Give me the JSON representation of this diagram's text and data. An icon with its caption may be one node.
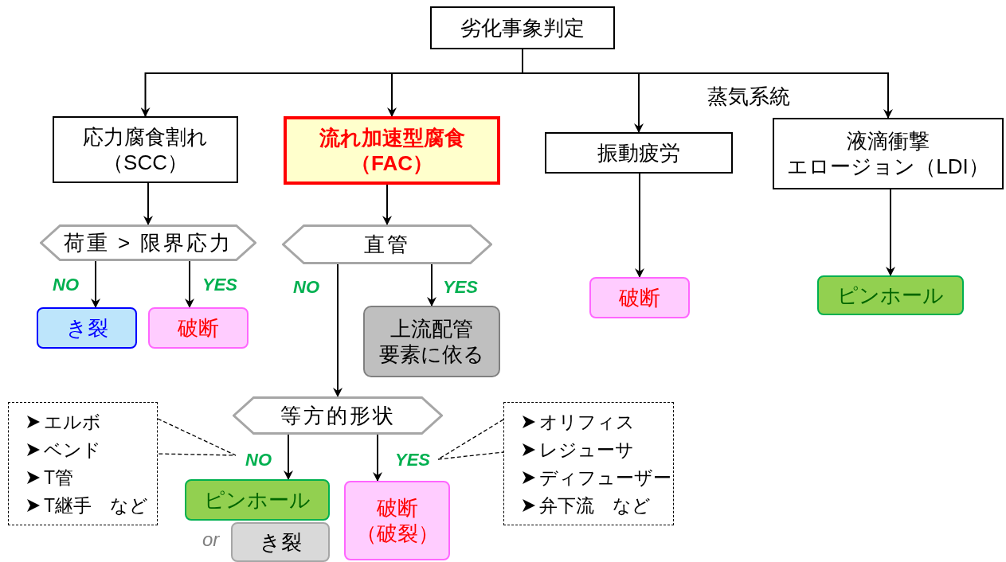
{
  "diagram": {
    "nodes": [
      {
        "text": [
          "劣化事象判定"
        ]
      },
      {
        "text": [
          "応力腐食割れ",
          "（SCC）"
        ]
      },
      {
        "text": [
          "流れ加速型腐食",
          "（FAC）"
        ]
      },
      {
        "text": [
          "振動疲労"
        ]
      },
      {
        "text": [
          "液滴衝撃",
          "エロージョン（LDI）"
        ]
      },
      {
        "text": [
          "荷重 > 限界応力"
        ]
      },
      {
        "text": [
          "直管"
        ]
      },
      {
        "text": [
          "き裂"
        ]
      },
      {
        "text": [
          "破断"
        ]
      },
      {
        "text": [
          "上流配管",
          "要素に依る"
        ]
      },
      {
        "text": [
          "破断"
        ]
      },
      {
        "text": [
          "ピンホール"
        ]
      },
      {
        "text": [
          "等方的形状"
        ]
      },
      {
        "text": [
          "ピンホール"
        ]
      },
      {
        "text": [
          "き裂"
        ]
      },
      {
        "text": [
          "破断",
          "（破裂）"
        ]
      },
      {
        "text": [
          "エルボ",
          "ベンド",
          "T管",
          "T継手　など"
        ]
      },
      {
        "text": [
          "オリフィス",
          "レジューサ",
          "ディフューザー",
          "弁下流　など"
        ]
      }
    ],
    "edges": [
      {
        "from": 0,
        "to": 1,
        "arrow": "to"
      },
      {
        "from": 0,
        "to": 2,
        "arrow": "to"
      },
      {
        "from": 0,
        "to": 3,
        "arrow": "to"
      },
      {
        "from": 0,
        "to": 4,
        "arrow": "to"
      },
      {
        "from": 1,
        "to": 5,
        "arrow": "to"
      },
      {
        "from": 2,
        "to": 6,
        "arrow": "to"
      },
      {
        "from": 3,
        "to": 10,
        "arrow": "to"
      },
      {
        "from": 4,
        "to": 11,
        "arrow": "to"
      },
      {
        "from": 5,
        "to": 7,
        "arrow": "to",
        "label": "NO"
      },
      {
        "from": 5,
        "to": 8,
        "arrow": "to",
        "label": "YES"
      },
      {
        "from": 6,
        "to": 12,
        "arrow": "to",
        "label": "NO"
      },
      {
        "from": 6,
        "to": 9,
        "arrow": "to",
        "label": "YES"
      },
      {
        "from": 12,
        "to": 13,
        "arrow": "to",
        "label": "NO"
      },
      {
        "from": 12,
        "to": 15,
        "arrow": "to",
        "label": "YES"
      },
      {
        "from": 16,
        "to": null,
        "arrow": "none",
        "style": "dashed"
      },
      {
        "from": 17,
        "to": null,
        "arrow": "none",
        "style": "dashed"
      }
    ],
    "labels": [
      "蒸気系統",
      "or"
    ]
  }
}
